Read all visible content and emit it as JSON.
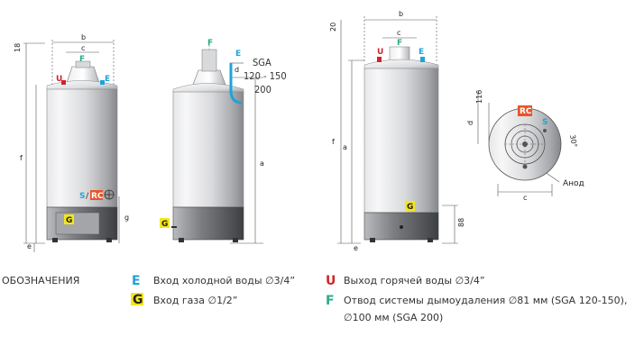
{
  "colors": {
    "hot": "#d2232a",
    "cold": "#1fa3d8",
    "gas": "#f5e619",
    "flue": "#2aaa8a",
    "rc": "#e8542a",
    "tank_light": "#f2f3f4",
    "tank_dark": "#8a8c90",
    "base": "#3a3c40"
  },
  "front_view": {
    "dims": {
      "b": "b",
      "c": "c",
      "height": "18",
      "f": "f",
      "g": "g",
      "e": "e"
    },
    "markers": {
      "u": "U",
      "e": "E",
      "f": "F",
      "g": "G",
      "s": "S",
      "rc": "RC",
      "s_rc_sep": "/"
    }
  },
  "side_view": {
    "dims": {
      "d": "d",
      "a": "a"
    },
    "markers": {
      "f": "F",
      "e": "E",
      "g": "G"
    },
    "model_note": {
      "line1": "SGA",
      "line2": "120 - 150",
      "line3": "200"
    }
  },
  "tall_view": {
    "dims": {
      "height": "20",
      "b": "b",
      "c": "c",
      "a": "a",
      "f": "f",
      "e": "e",
      "height2": "88"
    },
    "markers": {
      "u": "U",
      "f": "F",
      "e": "E",
      "g": "G"
    }
  },
  "top_view": {
    "dims": {
      "height": "116",
      "d": "d",
      "c": "c",
      "angle": "30°"
    },
    "markers": {
      "rc": "RC",
      "s": "S"
    },
    "anode_label": "Анод"
  },
  "legend": {
    "title": "ОБОЗНАЧЕНИЯ",
    "items": [
      {
        "code": "E",
        "text": "Вход холодной воды ∅3/4”"
      },
      {
        "code": "G",
        "text": "Вход газа ∅1/2”"
      },
      {
        "code": "U",
        "text": "Выход горячей воды ∅3/4”"
      },
      {
        "code": "F",
        "text": "Отвод системы дымоудаления ∅81 мм (SGA 120-150),",
        "text2": "∅100 мм (SGA 200)"
      }
    ]
  }
}
